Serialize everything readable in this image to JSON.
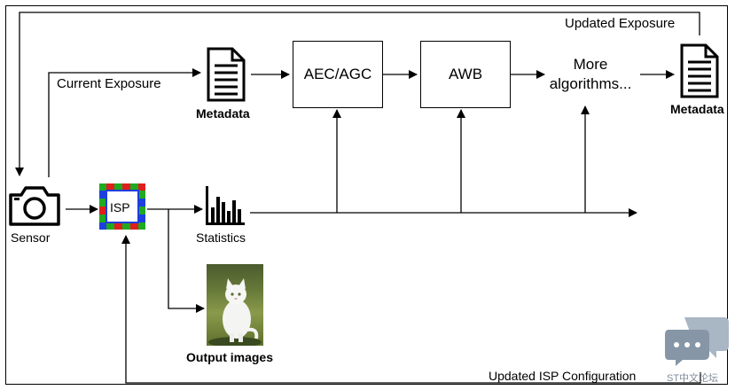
{
  "labels": {
    "updated_exposure": "Updated Exposure",
    "current_exposure": "Current Exposure",
    "metadata_left": "Metadata",
    "metadata_right": "Metadata",
    "sensor": "Sensor",
    "isp": "ISP",
    "statistics": "Statistics",
    "output_images": "Output images",
    "updated_isp_config": "Updated ISP Configuration"
  },
  "boxes": {
    "aec_agc": "AEC/AGC",
    "awb": "AWB",
    "more_algorithms_line1": "More",
    "more_algorithms_line2": "algorithms..."
  },
  "watermark": {
    "text": "ST中文论坛"
  },
  "icons": {
    "sensor": "camera-icon",
    "metadata": "document-icon",
    "isp": "bayer-grid-icon",
    "statistics": "histogram-icon",
    "output": "cat-photo"
  }
}
